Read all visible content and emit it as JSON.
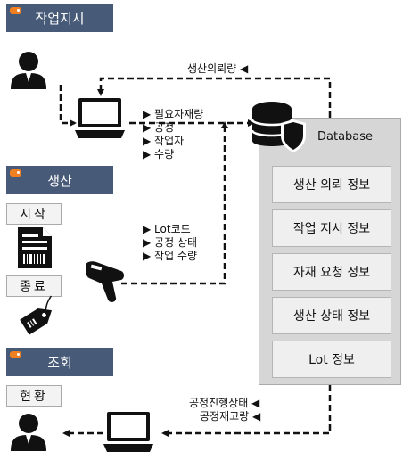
{
  "sections": {
    "work_order": "작업지시",
    "production": "생산",
    "inquiry": "조회"
  },
  "labels": {
    "start": "시작",
    "end": "종료",
    "status": "현황"
  },
  "arrows": {
    "request_qty": "생산의뢰량 ◀"
  },
  "annotations": {
    "order_items": [
      "▶ 필요자재량",
      "▶ 공정",
      "▶ 작업자",
      "▶ 수량"
    ],
    "scan_items": [
      "▶ Lot코드",
      "▶ 공정 상태",
      "▶ 작업 수량"
    ],
    "status_items": [
      "공정진행상태 ◀",
      "공정재고량 ◀"
    ]
  },
  "database": {
    "title": "Database",
    "items": [
      "생산 의뢰 정보",
      "작업 지시 정보",
      "자재 요청 정보",
      "생산 상태 정보",
      "Lot 정보"
    ]
  },
  "icons": [
    "person-icon",
    "laptop-icon",
    "database-shield-icon",
    "document-barcode-icon",
    "tag-icon",
    "barcode-scanner-icon"
  ],
  "colors": {
    "section_bg": "#475a78",
    "section_tag": "#f07f22",
    "panel_bg": "#d6d6d6"
  }
}
